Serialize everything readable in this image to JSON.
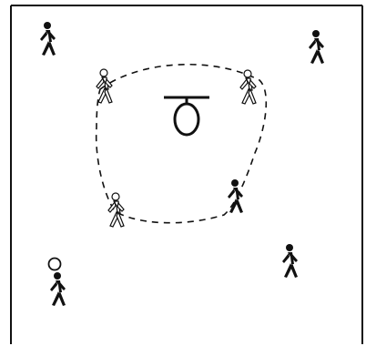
{
  "diagram": {
    "background_color": "#ffffff",
    "ink_color": "#111111",
    "outline_style": "dashed",
    "players": [
      {
        "id": "player-top-left",
        "icon": "walking-player-icon",
        "style": "solid",
        "marker": null
      },
      {
        "id": "player-top-right",
        "icon": "walking-player-icon",
        "style": "solid",
        "marker": null
      },
      {
        "id": "player-circle-upper-left",
        "icon": "walking-player-icon",
        "style": "outline",
        "marker": null
      },
      {
        "id": "player-circle-upper-right",
        "icon": "walking-player-icon",
        "style": "outline",
        "marker": null
      },
      {
        "id": "player-circle-lower-left",
        "icon": "walking-player-icon",
        "style": "outline",
        "marker": null
      },
      {
        "id": "player-circle-lower-right",
        "icon": "walking-player-icon",
        "style": "solid",
        "marker": null
      },
      {
        "id": "player-bottom-right",
        "icon": "walking-player-icon",
        "style": "solid",
        "marker": null
      },
      {
        "id": "player-bottom-left",
        "icon": "walking-player-icon",
        "style": "solid",
        "marker": "ball-icon"
      }
    ],
    "center_object": "basket-hoop-icon"
  }
}
